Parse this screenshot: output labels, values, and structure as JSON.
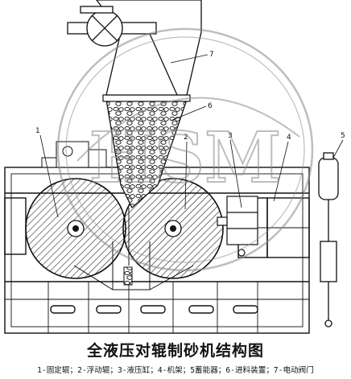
{
  "title": "全液压对辊制砂机结构图",
  "legend": "1-固定辊；2-浮动辊；3-液压缸；4-机架；5蓄能器；6-进料装置；7-电动阀门",
  "watermark": "HSM",
  "callouts": [
    "1",
    "2",
    "3",
    "4",
    "5",
    "6",
    "7"
  ],
  "colors": {
    "line": "#111111",
    "watermark": "#8a8a8a"
  }
}
